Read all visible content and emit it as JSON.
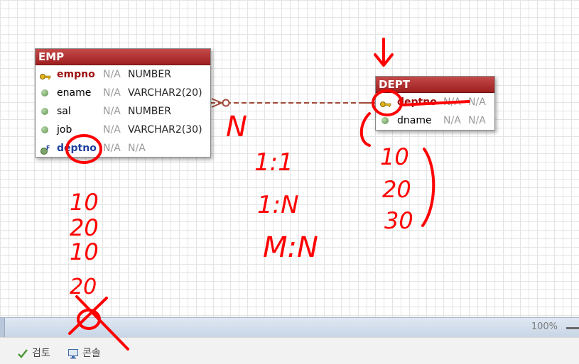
{
  "canvas": {
    "zoom": "100%"
  },
  "emp": {
    "title": "EMP",
    "columns": [
      {
        "name": "empno",
        "null": "N/A",
        "type": "NUMBER",
        "key": "pk"
      },
      {
        "name": "ename",
        "null": "N/A",
        "type": "VARCHAR2(20)",
        "key": ""
      },
      {
        "name": "sal",
        "null": "N/A",
        "type": "NUMBER",
        "key": ""
      },
      {
        "name": "job",
        "null": "N/A",
        "type": "VARCHAR2(30)",
        "key": ""
      },
      {
        "name": "deptno",
        "null": "N/A",
        "type": "N/A",
        "key": "fk"
      }
    ]
  },
  "dept": {
    "title": "DEPT",
    "columns": [
      {
        "name": "deptno",
        "null": "N/A",
        "type": "N/A",
        "key": "pk"
      },
      {
        "name": "dname",
        "null": "N/A",
        "type": "N/A",
        "key": ""
      }
    ]
  },
  "tabs": [
    {
      "label": "검토",
      "icon": "check-icon"
    },
    {
      "label": "콘솔",
      "icon": "console-icon"
    }
  ],
  "annotations": {
    "emp_values": [
      "10",
      "20",
      "10",
      "20"
    ],
    "dept_values": [
      "10",
      "20",
      "30"
    ],
    "relation_label": "N",
    "cardinalities": [
      "1:1",
      "1:N",
      "M:N"
    ]
  },
  "colors": {
    "entity_header": "#b23232",
    "relation": "#a04a3a",
    "annotation": "#ff0000"
  }
}
